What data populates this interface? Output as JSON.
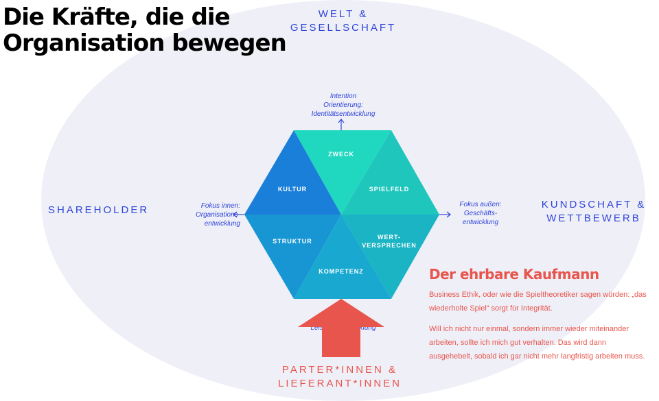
{
  "title": {
    "line1": "Die Kräfte, die die",
    "line2": "Organisation bewegen"
  },
  "stakeholders": {
    "world_line1": "WELT &",
    "world_line2": "GESELLSCHAFT",
    "shareholder": "SHAREHOLDER",
    "customer_line1": "KUNDSCHAFT &",
    "customer_line2": "WETTBEWERB",
    "partner_line1": "PARTER*INNEN &",
    "partner_line2": "LIEFERANT*INNEN"
  },
  "fokus": {
    "top_line1": "Intention",
    "top_line2": "Orientierung:",
    "top_line3": "Identitätsentwicklung",
    "left_line1": "Fokus innen:",
    "left_line2": "Organisations-",
    "left_line3": "entwicklung",
    "right_line1": "Fokus außen:",
    "right_line2": "Geschäfts-",
    "right_line3": "entwicklung",
    "bottom": "Leistungsentwicklung"
  },
  "segments": {
    "zweck": "ZWECK",
    "spielfeld": "SPIELFELD",
    "wert_line1": "WERT-",
    "wert_line2": "VERSPRECHEN",
    "kompetenz": "KOMPETENZ",
    "struktur": "STRUKTUR",
    "kultur": "KULTUR"
  },
  "colors": {
    "zweck": "#20d8c0",
    "spielfeld": "#1ec6bc",
    "wertversprechen": "#1ab4c4",
    "kompetenz": "#19a9d0",
    "struktur": "#1896d4",
    "kultur": "#1a7fd8",
    "blue_text": "#2f45d8",
    "red_accent": "#e8554d",
    "ellipse": "#efeff7"
  },
  "box": {
    "title": "Der ehrbare Kaufmann",
    "p1": "Business Ethik, oder wie die Spieltheoretiker sagen würden: „das wiederholte Spiel“ sorgt für Integrität.",
    "p2": "Will ich nicht nur einmal, sondern immer wieder miteinander arbeiten, sollte ich mich gut verhalten. Das wird dann ausgehebelt, sobald ich gar nicht mehr langfristig arbeiten muss."
  }
}
